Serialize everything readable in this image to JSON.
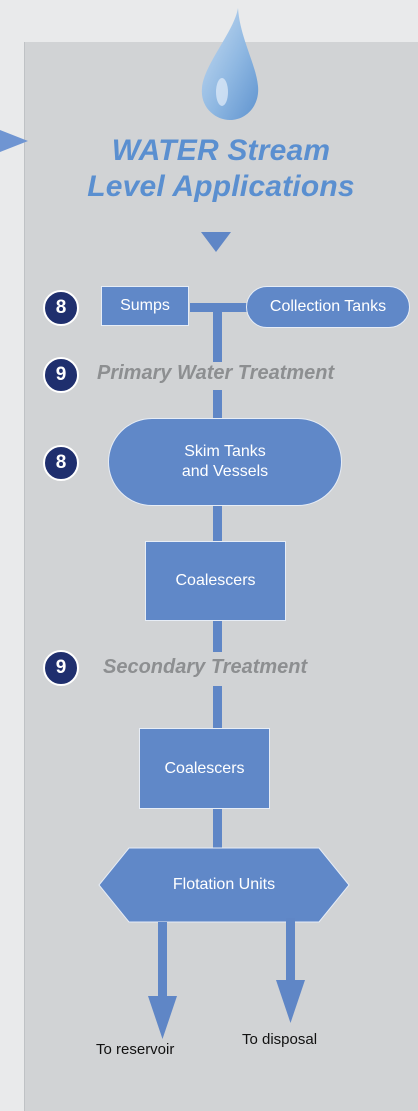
{
  "header": {
    "title_line1": "WATER Stream",
    "title_line2": "Level Applications"
  },
  "colors": {
    "background": "#e9eaeb",
    "panel": "#d1d3d5",
    "box_fill": "#6088c8",
    "title": "#5a8fd0",
    "badge": "#1f2f6e",
    "stage_text": "#8d8f91"
  },
  "nodes": {
    "sumps": "Sumps",
    "collection_tanks": "Collection Tanks",
    "skim_tanks_line1": "Skim Tanks",
    "skim_tanks_line2": "and Vessels",
    "coalescers_1": "Coalescers",
    "coalescers_2": "Coalescers",
    "flotation_units": "Flotation Units"
  },
  "stages": {
    "primary": {
      "badge": "9",
      "label": "Primary Water Treatment"
    },
    "skim_badge": "8",
    "sumps_badge": "8",
    "secondary": {
      "badge": "9",
      "label": "Secondary Treatment"
    }
  },
  "outputs": {
    "reservoir": "To reservoir",
    "disposal": "To disposal"
  }
}
